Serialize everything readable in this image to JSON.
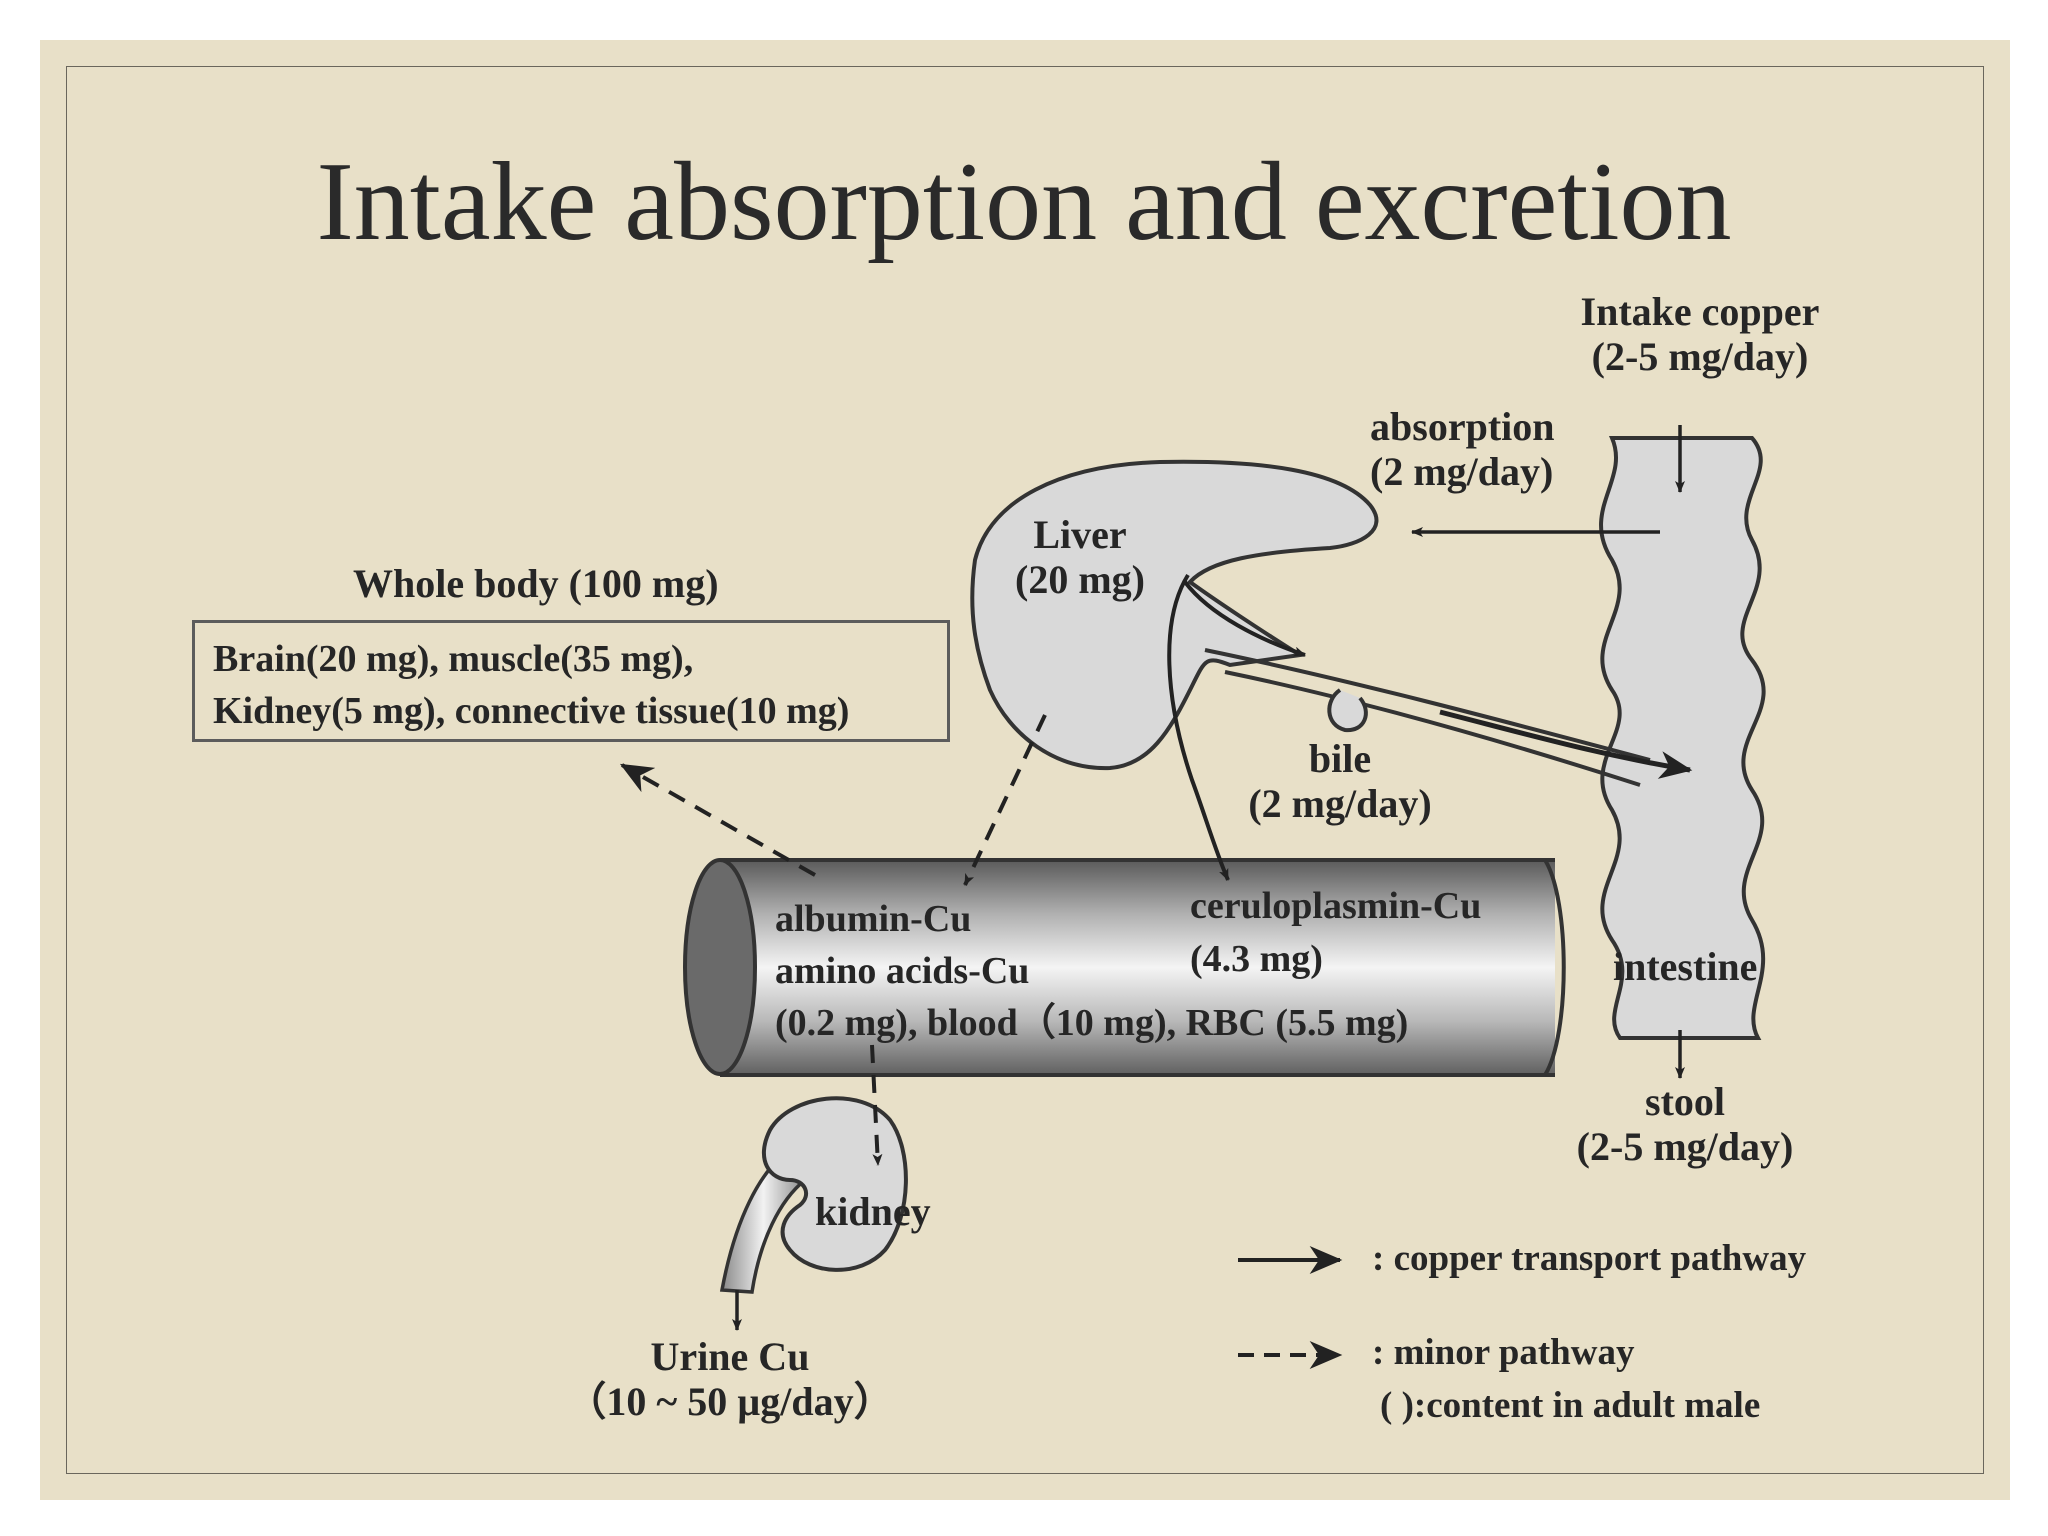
{
  "slide": {
    "title": "Intake absorption and excretion",
    "colors": {
      "background": "#e8e0c8",
      "organ_fill": "#d9d9d9",
      "stroke": "#333333"
    }
  },
  "diagram": {
    "intake": {
      "line1": "Intake copper",
      "line2": "(2-5 mg/day)"
    },
    "absorption": {
      "line1": "absorption",
      "line2": "(2 mg/day)"
    },
    "liver": {
      "line1": "Liver",
      "line2": "(20 mg)"
    },
    "whole_body": {
      "heading": "Whole body (100 mg)",
      "line1": "Brain(20 mg), muscle(35 mg),",
      "line2": "Kidney(5 mg), connective tissue(10 mg)"
    },
    "bile": {
      "line1": "bile",
      "line2": "(2 mg/day)"
    },
    "blood_vessel": {
      "albumin": "albumin-Cu",
      "amino": "amino acids-Cu",
      "amounts": "(0.2 mg), blood（10 mg), RBC (5.5 mg)",
      "ceruloplasmin": "ceruloplasmin-Cu",
      "ceruloplasmin_amount": "(4.3 mg)"
    },
    "intestine": "intestine",
    "stool": {
      "line1": "stool",
      "line2": "(2-5 mg/day)"
    },
    "kidney": "kidney",
    "urine": {
      "line1": "Urine Cu",
      "line2": "（10 ~ 50 µg/day）"
    },
    "legend": {
      "solid": ": copper transport pathway",
      "dashed": ": minor pathway",
      "note": "( ):content in adult male"
    }
  }
}
